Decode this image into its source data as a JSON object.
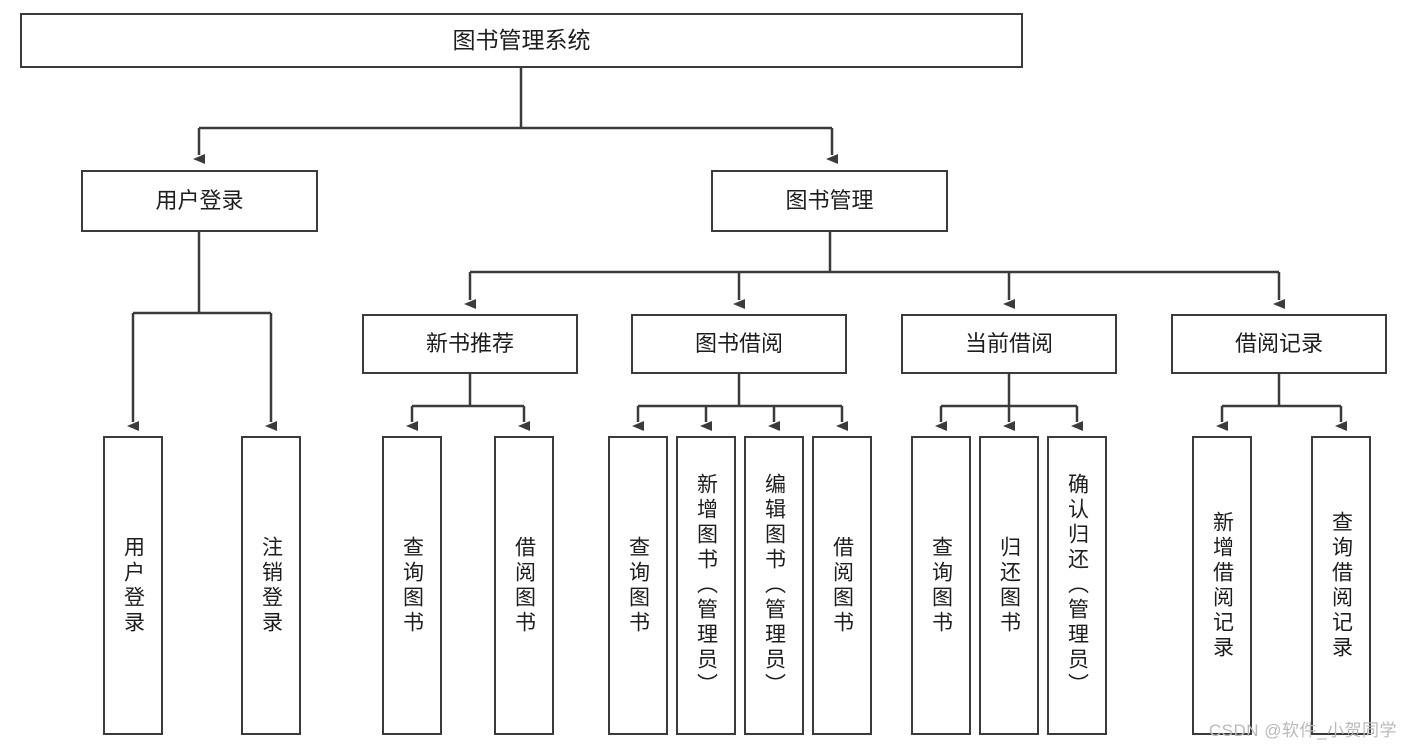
{
  "diagram": {
    "type": "tree-hierarchy-chart",
    "title": "图书管理系统",
    "colors": {
      "box_border": "#3b3b3b",
      "box_fill": "#ffffff",
      "connector": "#3b3b3b",
      "text": "#1d1d1d",
      "watermark": "#b9b9b9",
      "background": "#ffffff"
    },
    "levels": {
      "root": {
        "label": "图书管理系统"
      },
      "level2": [
        {
          "id": "user-login",
          "label": "用户登录"
        },
        {
          "id": "book-management",
          "label": "图书管理"
        }
      ],
      "level3": [
        {
          "id": "new-book-recommend",
          "label": "新书推荐",
          "parent": "book-management"
        },
        {
          "id": "book-borrow",
          "label": "图书借阅",
          "parent": "book-management"
        },
        {
          "id": "current-borrow",
          "label": "当前借阅",
          "parent": "book-management"
        },
        {
          "id": "borrow-record",
          "label": "借阅记录",
          "parent": "book-management"
        }
      ],
      "leaves": {
        "user-login": [
          {
            "id": "leaf-user-login",
            "label": "用户登录"
          },
          {
            "id": "leaf-user-logout",
            "label": "注销登录"
          }
        ],
        "new-book-recommend": [
          {
            "id": "leaf-query-book-1",
            "label": "查询图书"
          },
          {
            "id": "leaf-borrow-book-1",
            "label": "借阅图书"
          }
        ],
        "book-borrow": [
          {
            "id": "leaf-query-book-2",
            "label": "查询图书"
          },
          {
            "id": "leaf-add-book",
            "label": "新增图书（管理员）"
          },
          {
            "id": "leaf-edit-book",
            "label": "编辑图书（管理员）"
          },
          {
            "id": "leaf-borrow-book-2",
            "label": "借阅图书"
          }
        ],
        "current-borrow": [
          {
            "id": "leaf-query-book-3",
            "label": "查询图书"
          },
          {
            "id": "leaf-return-book",
            "label": "归还图书"
          },
          {
            "id": "leaf-confirm-return",
            "label": "确认归还（管理员）"
          }
        ],
        "borrow-record": [
          {
            "id": "leaf-add-record",
            "label": "新增借阅记录"
          },
          {
            "id": "leaf-query-record",
            "label": "查询借阅记录"
          }
        ]
      }
    },
    "watermark": "CSDN @软件_小贺同学"
  }
}
